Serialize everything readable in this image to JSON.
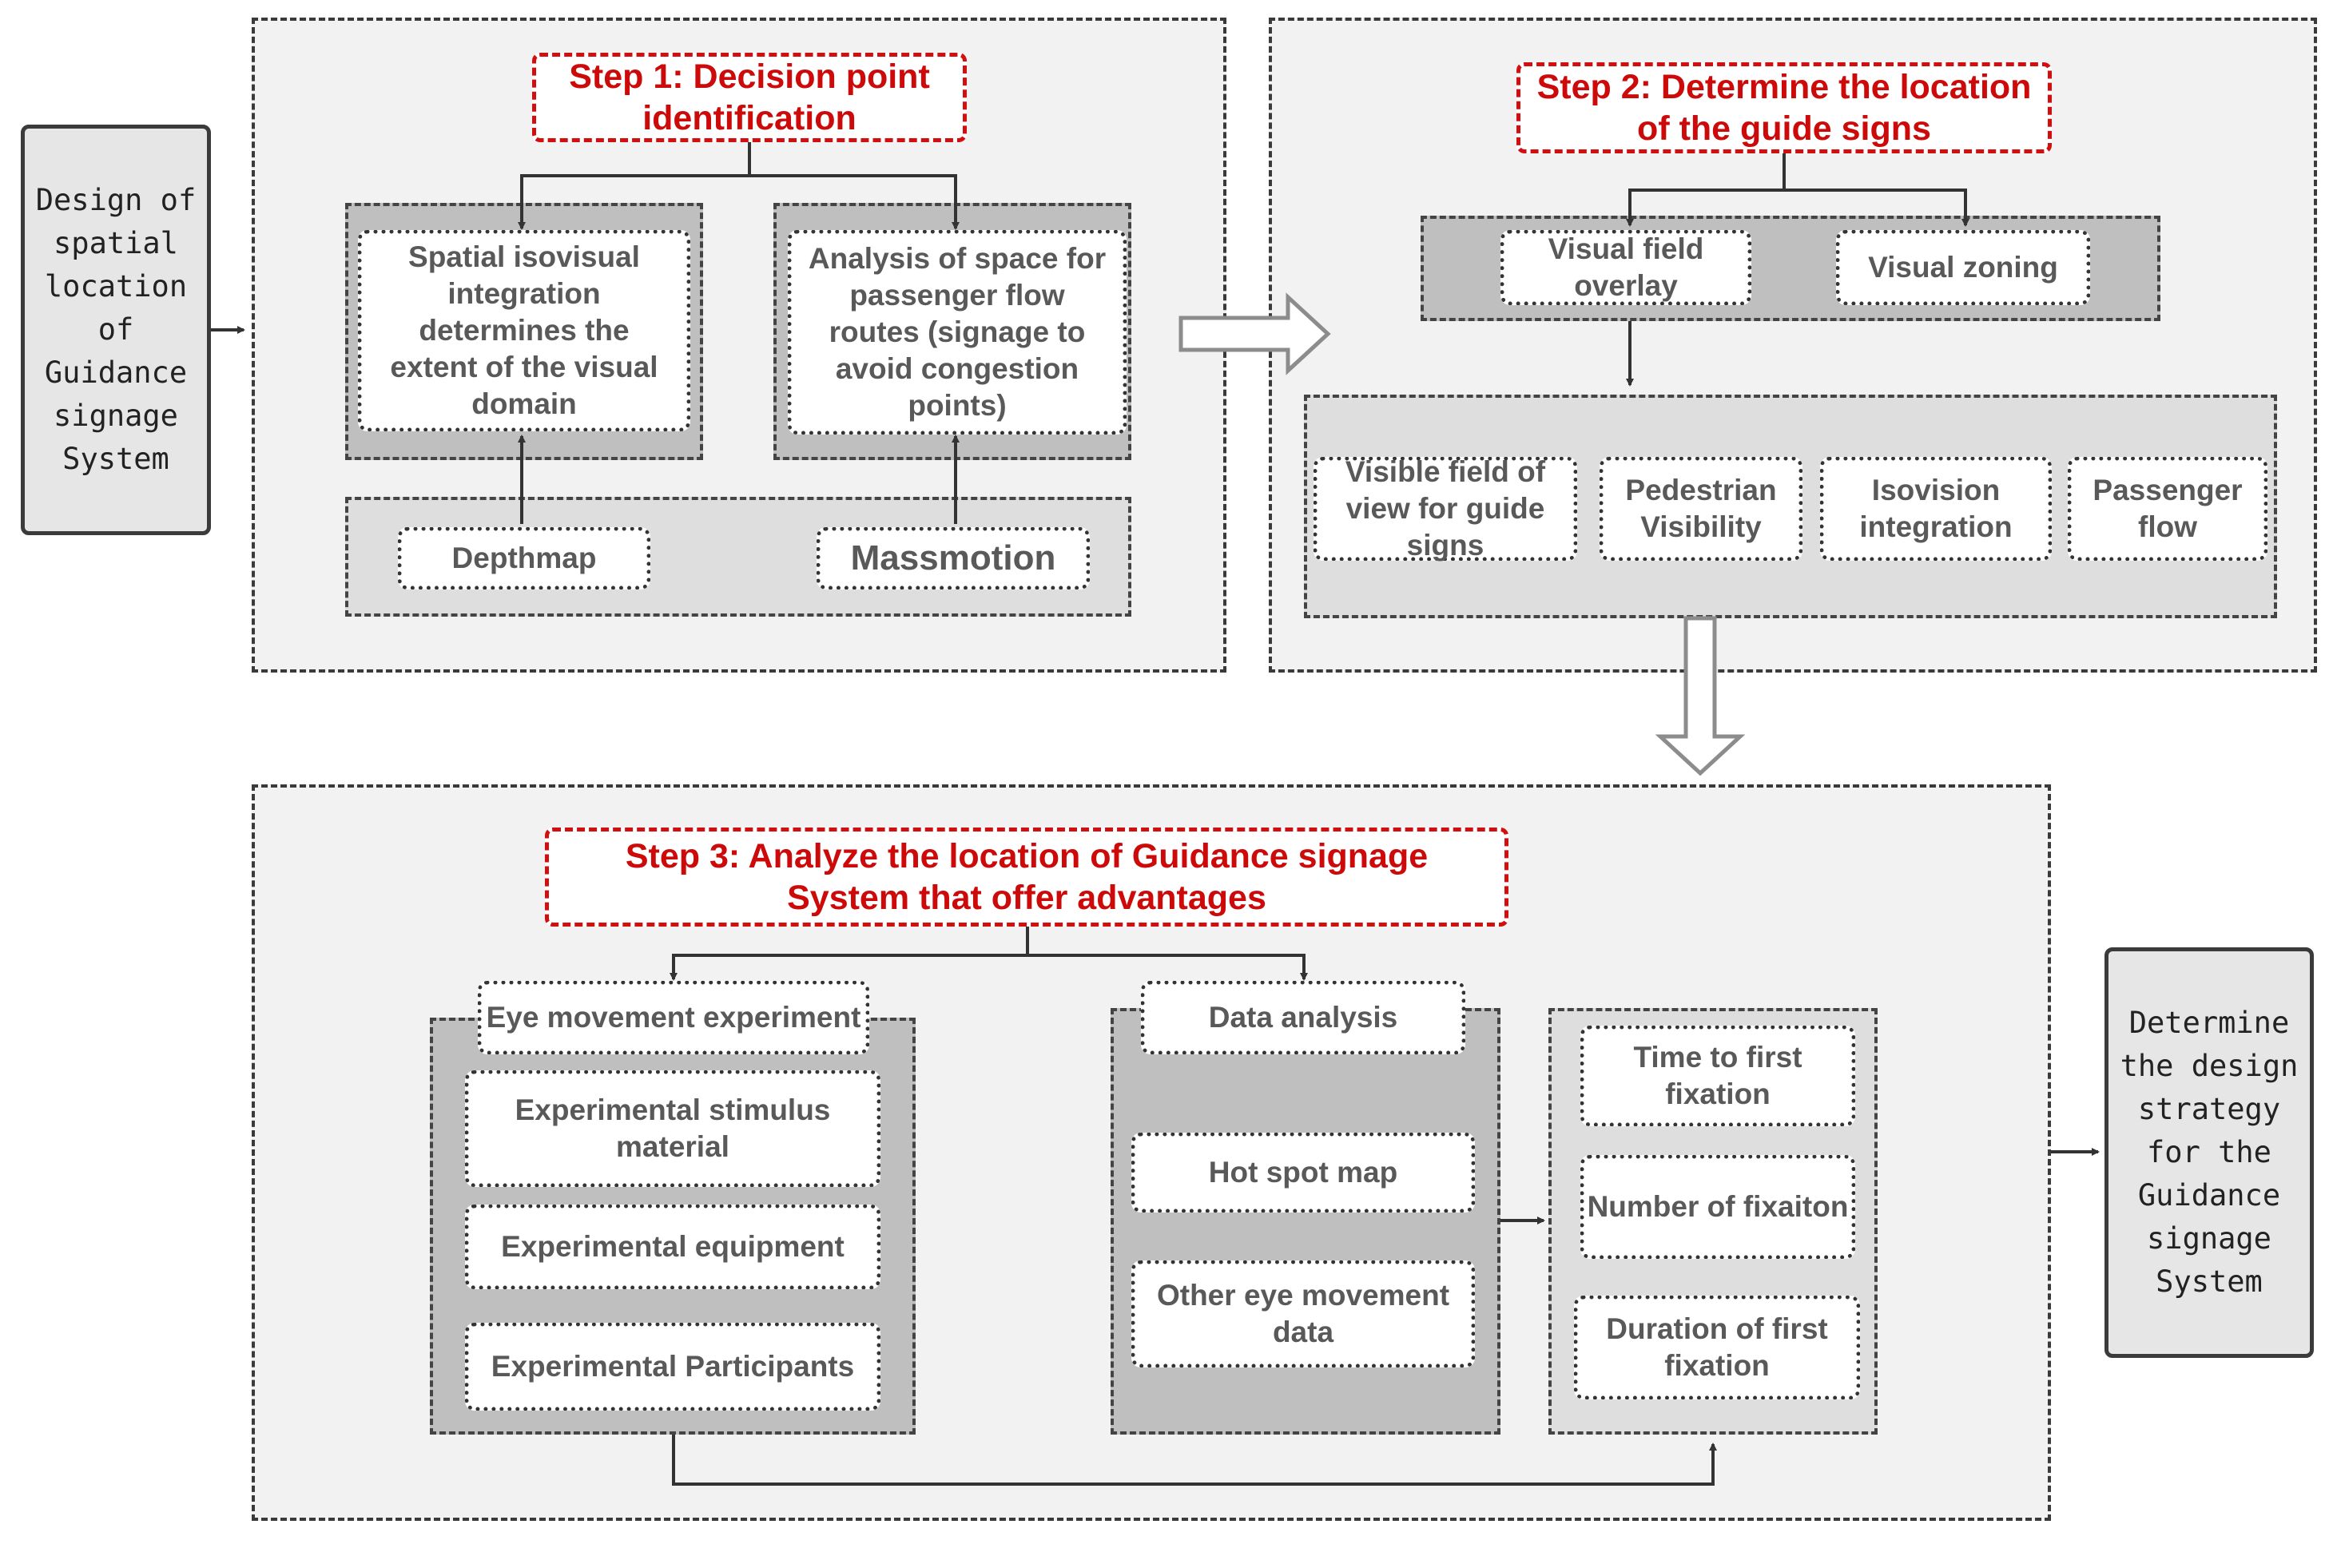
{
  "side_nodes": {
    "start": "Design of spatial location of Guidance signage System",
    "end": "Determine the design strategy for the Guidance signage System"
  },
  "step1": {
    "title": "Step 1: Decision point identification",
    "isovisual_box": "Spatial isovisual integration determines the extent of the visual domain",
    "passenger_flow_box": "Analysis of space for passenger flow routes (signage to avoid congestion points)",
    "tool_left": "Depthmap",
    "tool_right": "Massmotion"
  },
  "step2": {
    "title": "Step 2: Determine the location of the guide signs",
    "visual_field_overlay": "Visual field overlay",
    "visual_zoning": "Visual zoning",
    "factors": [
      "Visible field of view for guide signs",
      "Pedestrian Visibility",
      "Isovision integration",
      "Passenger flow"
    ]
  },
  "step3": {
    "title": "Step 3: Analyze the location of Guidance signage System that offer advantages",
    "eye_experiment": {
      "header": "Eye movement experiment",
      "items": [
        "Experimental stimulus material",
        "Experimental equipment",
        "Experimental Participants"
      ]
    },
    "data_analysis": {
      "header": "Data analysis",
      "items": [
        "Hot spot map",
        "Other eye movement data"
      ]
    },
    "metrics": [
      "Time to first fixation",
      "Number of fixaiton",
      "Duration of first fixation"
    ]
  },
  "colors": {
    "step_title": "#cc0a0a",
    "section_fill": "#f2f2f2",
    "panel_dark": "#bfbfbf",
    "panel_light": "#dedede",
    "box_text": "#595959",
    "line": "#333333"
  }
}
